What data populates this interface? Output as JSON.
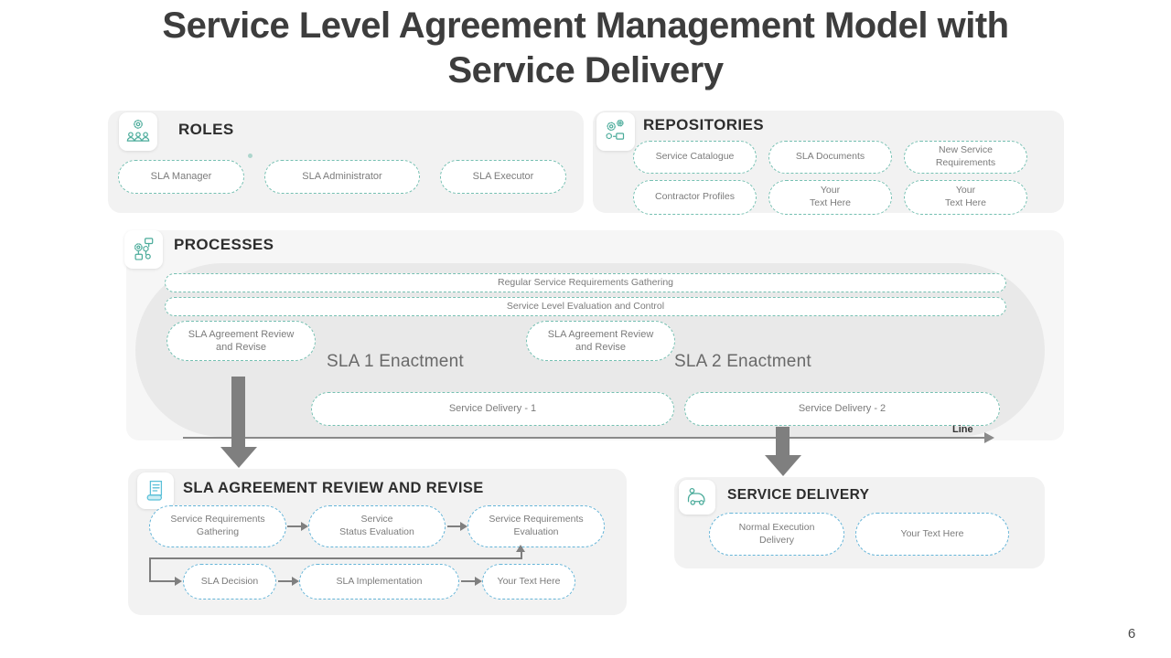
{
  "title": {
    "line1": "Service Level Agreement Management Model with",
    "line2": "Service Delivery"
  },
  "slide_number": "6",
  "colors": {
    "accent_teal": "#4aab9a",
    "teal_dashed_border": "#76c0b2",
    "blue_dashed_border": "#66b5d8",
    "panel_background": "#f2f2f2",
    "process_blob_background": "#e9e9e9",
    "pill_text": "#7b7b7b",
    "heading_text": "#2d2d2d",
    "arrow_gray": "#7f7f7f"
  },
  "roles": {
    "heading": "ROLES",
    "icon": "gear-people-icon",
    "items": [
      "SLA Manager",
      "SLA Administrator",
      "SLA Executor"
    ]
  },
  "repositories": {
    "heading": "REPOSITORIES",
    "icon": "gears-box-icon",
    "items": [
      "Service Catalogue",
      "SLA Documents",
      "New Service\nRequirements",
      "Contractor Profiles",
      "Your\nText Here",
      "Your\nText Here"
    ]
  },
  "processes": {
    "heading": "PROCESSES",
    "icon": "workflow-gears-icon",
    "bands": [
      "Regular Service Requirements Gathering",
      "Service Level Evaluation and Control"
    ],
    "review_pills": [
      "SLA Agreement Review\nand Revise",
      "SLA Agreement Review\nand Revise"
    ],
    "enactments": [
      "SLA 1 Enactment",
      "SLA 2 Enactment"
    ],
    "deliveries": [
      "Service Delivery  - 1",
      "Service Delivery  - 2"
    ],
    "line_label": "Line"
  },
  "sla_review": {
    "heading": "SLA AGREEMENT REVIEW AND REVISE",
    "icon": "document-icon",
    "row1": [
      "Service Requirements\nGathering",
      "Service\nStatus Evaluation",
      "Service Requirements\nEvaluation"
    ],
    "row2": [
      "SLA Decision",
      "SLA Implementation",
      "Your Text Here"
    ]
  },
  "service_delivery": {
    "heading": "SERVICE DELIVERY",
    "icon": "delivery-truck-icon",
    "items": [
      "Normal Execution\nDelivery",
      "Your Text Here"
    ]
  }
}
